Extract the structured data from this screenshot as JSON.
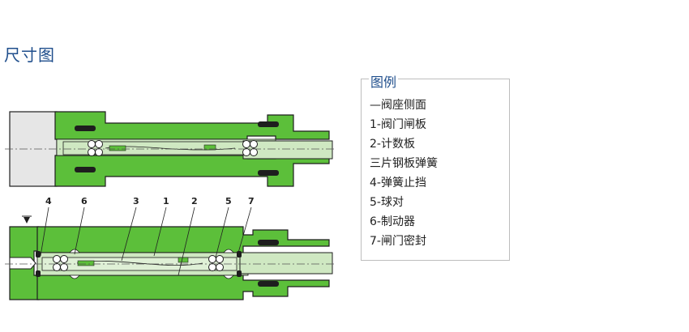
{
  "page": {
    "title": "尺寸图"
  },
  "legend": {
    "title": "图例",
    "items": [
      "—阀座侧面",
      "1-阀门闸板",
      "2-计数板",
      "三片钢板弹簧",
      "4-弹簧止挡",
      "5-球对",
      "6-制动器",
      "7-闸门密封"
    ]
  },
  "callouts": [
    "4",
    "6",
    "3",
    "1",
    "2",
    "5",
    "7"
  ],
  "colors": {
    "body": "#5cbf3a",
    "inner": "#cfe8c2",
    "outline": "#1e1e1e",
    "grey": "#e6e6e6"
  }
}
